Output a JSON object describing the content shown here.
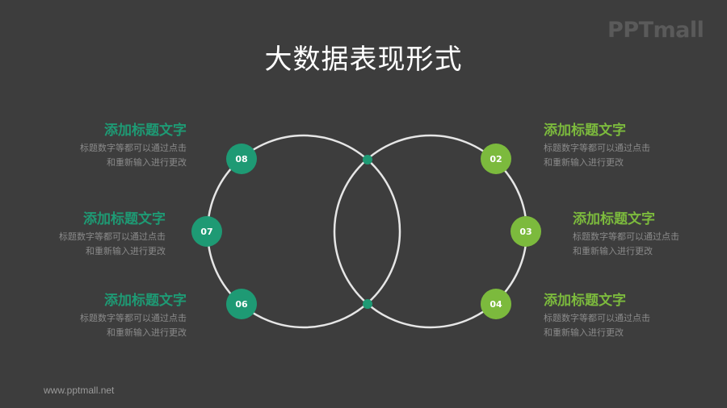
{
  "title": "大数据表现形式",
  "logo": "PPTmall",
  "footer": "www.pptmall.net",
  "colors": {
    "background": "#3d3d3d",
    "left_accent": "#1e9a74",
    "right_accent": "#7cba3d",
    "circle_stroke": "#e6e6e6",
    "body_text": "#8a8a8a"
  },
  "nodes": {
    "n02": "02",
    "n03": "03",
    "n04": "04",
    "n06": "06",
    "n07": "07",
    "n08": "08"
  },
  "left_items": [
    {
      "number": "08",
      "heading": "添加标题文字",
      "line1": "标题数字等都可以通过点击",
      "line2": "和重新输入进行更改"
    },
    {
      "number": "07",
      "heading": "添加标题文字",
      "line1": "标题数字等都可以通过点击",
      "line2": "和重新输入进行更改"
    },
    {
      "number": "06",
      "heading": "添加标题文字",
      "line1": "标题数字等都可以通过点击",
      "line2": "和重新输入进行更改"
    }
  ],
  "right_items": [
    {
      "number": "02",
      "heading": "添加标题文字",
      "line1": "标题数字等都可以通过点击",
      "line2": "和重新输入进行更改"
    },
    {
      "number": "03",
      "heading": "添加标题文字",
      "line1": "标题数字等都可以通过点击",
      "line2": "和重新输入进行更改"
    },
    {
      "number": "04",
      "heading": "添加标题文字",
      "line1": "标题数字等都可以通过点击",
      "line2": "和重新输入进行更改"
    }
  ]
}
